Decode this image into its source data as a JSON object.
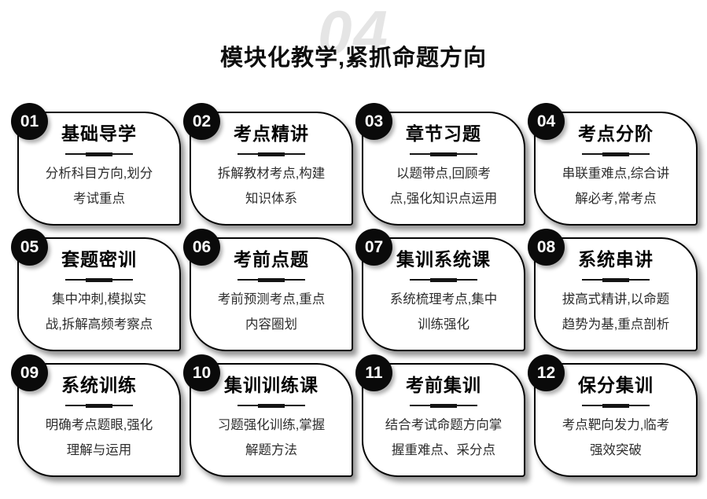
{
  "header": {
    "watermark": "04",
    "title": "模块化教学,紧抓命题方向"
  },
  "cards": [
    {
      "num": "01",
      "title": "基础导学",
      "desc": "分析科目方向,划分\n考试重点"
    },
    {
      "num": "02",
      "title": "考点精讲",
      "desc": "拆解教材考点,构建\n知识体系"
    },
    {
      "num": "03",
      "title": "章节习题",
      "desc": "以题带点,回顾考\n点,强化知识点运用"
    },
    {
      "num": "04",
      "title": "考点分阶",
      "desc": "串联重难点,综合讲\n解必考,常考点"
    },
    {
      "num": "05",
      "title": "套题密训",
      "desc": "集中冲刺,模拟实\n战,拆解高频考察点"
    },
    {
      "num": "06",
      "title": "考前点题",
      "desc": "考前预测考点,重点\n内容圈划"
    },
    {
      "num": "07",
      "title": "集训系统课",
      "desc": "系统梳理考点,集中\n训练强化"
    },
    {
      "num": "08",
      "title": "系统串讲",
      "desc": "拔高式精讲,以命题\n趋势为基,重点剖析"
    },
    {
      "num": "09",
      "title": "系统训练",
      "desc": "明确考点题眼,强化\n理解与运用"
    },
    {
      "num": "10",
      "title": "集训训练课",
      "desc": "习题强化训练,掌握\n解题方法"
    },
    {
      "num": "11",
      "title": "考前集训",
      "desc": "结合考试命题方向掌\n握重难点、采分点"
    },
    {
      "num": "12",
      "title": "保分集训",
      "desc": "考点靶向发力,临考\n强效突破"
    }
  ],
  "colors": {
    "badge_bg": "#0a0a0a",
    "card_border": "#040404",
    "card_bg": "#ffffff",
    "watermark": "#e5e5e5",
    "title_text": "#0d0d0d",
    "desc_text": "#2d2d2d"
  }
}
